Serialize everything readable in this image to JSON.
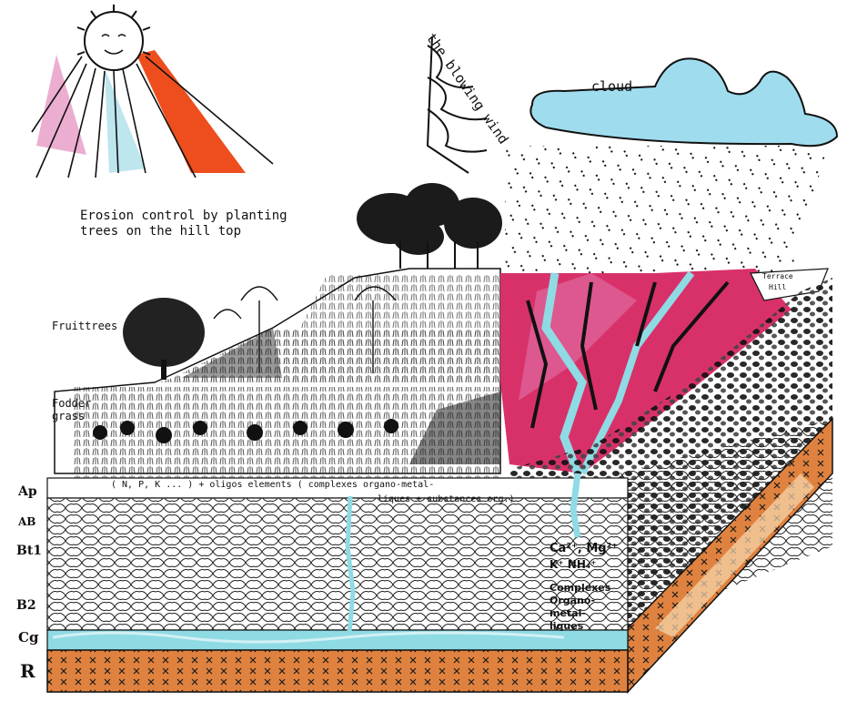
{
  "labels": {
    "wind": "the blowing wind",
    "cloud": "cloud",
    "erosion_line1": "Erosion control by planting",
    "erosion_line2": "trees on the hill top",
    "fruit_trees": "Fruittrees",
    "fodder_line1": "Fodder",
    "fodder_line2": "grass",
    "hill_note_line1": "Terrace",
    "hill_note_line2": "Hill"
  },
  "soil": {
    "horizons": [
      "Ap",
      "AB",
      "Bt1",
      "B2",
      "Cg",
      "R"
    ],
    "nutrients_line": "( N, P, K ... ) + oligos elements ( complexes organo-metal-",
    "nutrients_line2": "liques + substances org.)",
    "ions_line1": "Ca²⁺, Mg²⁺",
    "ions_line2": "K⁺  NH₄⁺",
    "complexes": [
      "Complexes",
      "Organo-",
      "metal-",
      "liques"
    ]
  },
  "colors": {
    "pink": "#d8316a",
    "light_pink": "#e9a0c8",
    "orange_ray": "#ee4e1e",
    "water_blue": "#8fdbe4",
    "bedrock_orange": "#d9702e",
    "cloud_blue": "#9fdcee"
  }
}
